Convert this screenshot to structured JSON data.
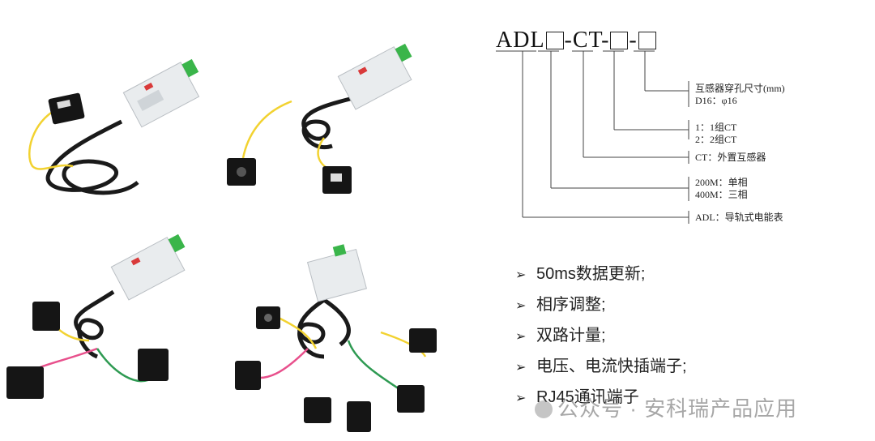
{
  "model_code": {
    "prefix": "ADL",
    "middle": "-CT-",
    "dash": "-"
  },
  "diagram_labels": [
    {
      "line1": "互感器穿孔尺寸(mm)",
      "line2": "D16：φ16"
    },
    {
      "line1": "1：1组CT",
      "line2": "2：2组CT"
    },
    {
      "line1": "CT：外置互感器",
      "line2": ""
    },
    {
      "line1": "200M：单相",
      "line2": "400M：三相"
    },
    {
      "line1": "ADL：导轨式电能表",
      "line2": ""
    }
  ],
  "features": [
    "50ms数据更新;",
    "相序调整;",
    "双路计量;",
    "电压、电流快插端子;",
    "RJ45通讯端子"
  ],
  "bullet_symbol": "➢",
  "watermark": "公众号 · 安科瑞产品应用",
  "colors": {
    "cable": "#1a1a1a",
    "wire_yellow": "#f2d230",
    "wire_pink": "#e8508c",
    "wire_green": "#2e9a52",
    "terminal_green": "#3ab54a",
    "meter_body": "#e9ecee",
    "ct_black": "#151515"
  }
}
